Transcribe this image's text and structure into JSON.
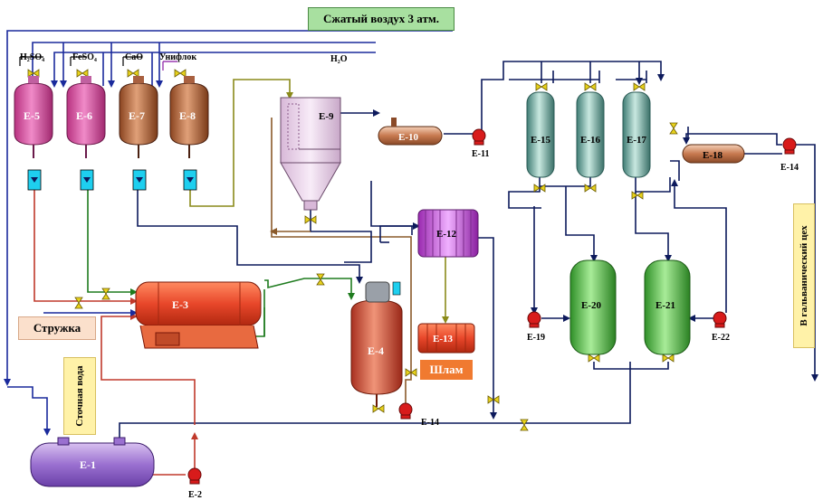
{
  "header": {
    "air_label": "Сжатый воздух 3 атм."
  },
  "reagents": {
    "h2so4": "H₂SO₄",
    "feso4": "FeSO₄",
    "cao": "CaO",
    "unifloc": "Унифлок",
    "water": "H₂O"
  },
  "equipment": {
    "e1": "E-1",
    "e2": "E-2",
    "e3": "E-3",
    "e4": "E-4",
    "e5": "E-5",
    "e6": "E-6",
    "e7": "E-7",
    "e8": "E-8",
    "e9": "E-9",
    "e10": "E-10",
    "e11": "E-11",
    "e12": "E-12",
    "e13": "E-13",
    "e14a": "E-14",
    "e14b": "E-14",
    "e15": "E-15",
    "e16": "E-16",
    "e17": "E-17",
    "e18": "E-18",
    "e19": "E-19",
    "e20": "E-20",
    "e21": "E-21",
    "e22": "E-22"
  },
  "labels": {
    "chips": "Стружка",
    "sludge": "Шлам",
    "wastewater": "Сточная вода",
    "galvanic": "В гальванический цех"
  },
  "colors": {
    "air_line": "#1a2a9c",
    "acid_red": "#c0392b",
    "green_line": "#1e7b1e",
    "olive_line": "#8a8a1a",
    "dark_navy": "#0d1a5c",
    "valve": "#e8d21c",
    "pump": "#d81b1b",
    "tank_pink": "#d9439a",
    "tank_brown": "#a0522d",
    "reactor_red": "#e8472a",
    "column_teal": "#6fa8a0",
    "column_green": "#5cbf4f",
    "vessel_purple": "#8a5cc0"
  }
}
